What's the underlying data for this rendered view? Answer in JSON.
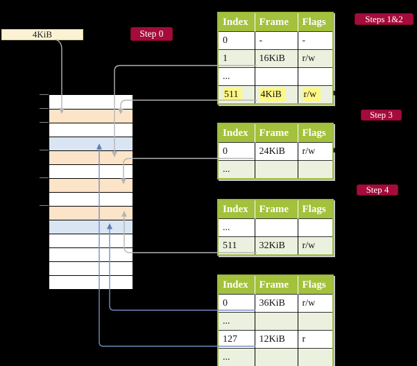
{
  "colors": {
    "badge_bg": "#A50B3B",
    "table_header_bg": "#A3C13C",
    "table_border": "#9CBA3E",
    "row_alt_bg": "#EBF1DE",
    "highlight_bg": "#FDF885",
    "label_box_bg": "#FBF2D4",
    "memory_orange": "#FCE4C8",
    "memory_blue": "#D9E5F3",
    "memory_white": "#FFFFFF",
    "arrow_gray": "#B5B5B5",
    "arrow_blue": "#7590BE"
  },
  "page_size_label": "4KiB",
  "badges": {
    "step0": "Step 0",
    "steps12": "Steps 1&2",
    "step3": "Step 3",
    "step4": "Step 4"
  },
  "memory": {
    "rows": [
      "white",
      "orange",
      "white",
      "blue",
      "orange",
      "white",
      "orange",
      "white",
      "orange",
      "blue",
      "white",
      "white",
      "white",
      "white"
    ]
  },
  "tables": [
    {
      "id": "t1",
      "name": "page-table-steps-1-2",
      "headers": [
        "Index",
        "Frame",
        "Flags"
      ],
      "rows": [
        {
          "cells": [
            "0",
            "-",
            "-"
          ]
        },
        {
          "cells": [
            "1",
            "16KiB",
            "r/w"
          ]
        },
        {
          "cells": [
            "...",
            "",
            ""
          ]
        },
        {
          "cells": [
            "511",
            "4KiB",
            "r/w"
          ],
          "highlight": true
        }
      ]
    },
    {
      "id": "t2",
      "name": "page-table-step-3",
      "headers": [
        "Index",
        "Frame",
        "Flags"
      ],
      "rows": [
        {
          "cells": [
            "0",
            "24KiB",
            "r/w"
          ]
        },
        {
          "cells": [
            "...",
            "",
            ""
          ]
        }
      ]
    },
    {
      "id": "t3",
      "name": "page-table-step-4a",
      "headers": [
        "Index",
        "Frame",
        "Flags"
      ],
      "rows": [
        {
          "cells": [
            "...",
            "",
            ""
          ]
        },
        {
          "cells": [
            "511",
            "32KiB",
            "r/w"
          ]
        }
      ]
    },
    {
      "id": "t4",
      "name": "page-table-step-4b",
      "headers": [
        "Index",
        "Frame",
        "Flags"
      ],
      "rows": [
        {
          "cells": [
            "0",
            "36KiB",
            "r/w"
          ]
        },
        {
          "cells": [
            "...",
            "",
            ""
          ]
        },
        {
          "cells": [
            "127",
            "12KiB",
            "r"
          ]
        },
        {
          "cells": [
            "...",
            "",
            ""
          ]
        }
      ]
    }
  ],
  "connectors": [
    {
      "id": "c0",
      "from": "4KiB-label",
      "to": "memory-frame-4KiB",
      "color": "gray"
    },
    {
      "id": "cA",
      "from": "t1-row-1",
      "to": "memory-frame-16KiB",
      "color": "gray"
    },
    {
      "id": "cB",
      "from": "t1-row-511",
      "to": "memory-frame-4KiB",
      "color": "gray"
    },
    {
      "id": "cC",
      "from": "t2-row-0",
      "to": "memory-frame-24KiB",
      "color": "gray"
    },
    {
      "id": "cD",
      "from": "t3-row-511",
      "to": "memory-frame-32KiB",
      "color": "gray"
    },
    {
      "id": "cE",
      "from": "t4-row-0",
      "to": "memory-frame-36KiB",
      "color": "blue"
    },
    {
      "id": "cF",
      "from": "t4-row-127",
      "to": "memory-frame-12KiB",
      "color": "blue"
    }
  ]
}
